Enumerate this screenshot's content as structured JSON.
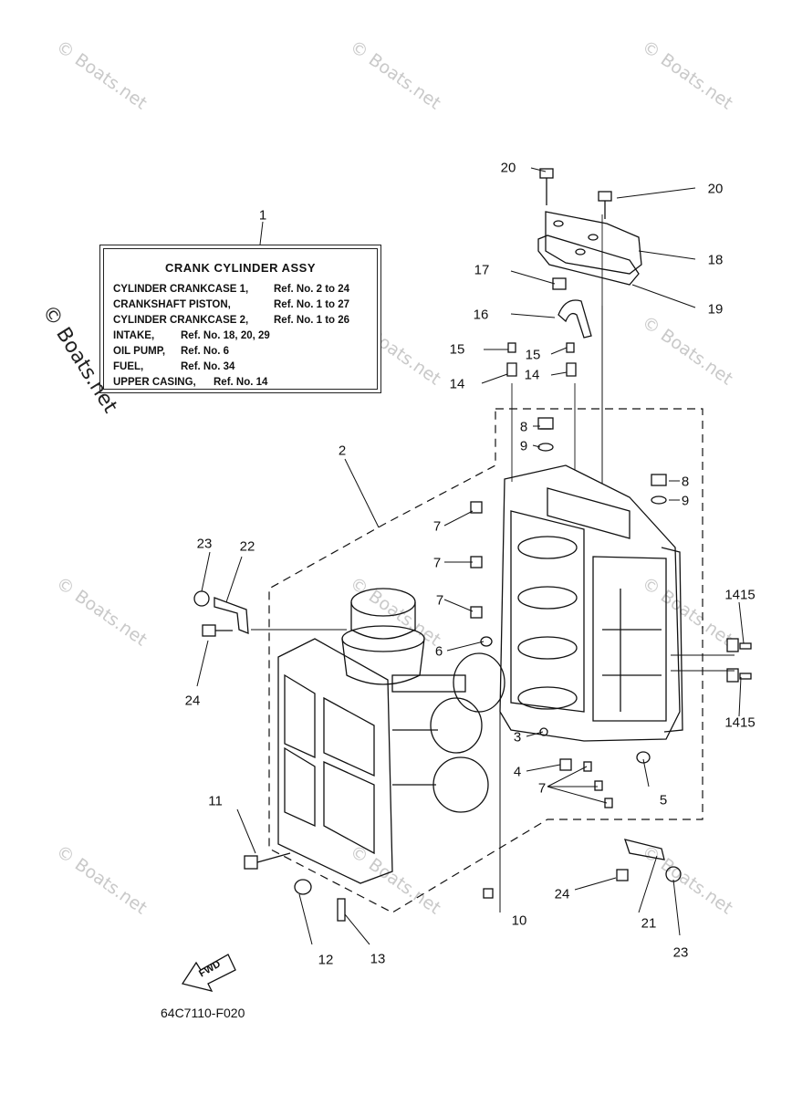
{
  "watermark": "© Boats.net",
  "legend": {
    "title": "CRANK CYLINDER ASSY",
    "rows": [
      {
        "name": "CYLINDER CRANKCASE 1,",
        "ref": "Ref. No. 2 to 24"
      },
      {
        "name": "CRANKSHAFT PISTON,",
        "ref": "Ref. No. 1 to 27"
      },
      {
        "name": "CYLINDER CRANKCASE 2,",
        "ref": "Ref. No. 1 to 26"
      },
      {
        "name": "INTAKE,",
        "ref": "Ref. No. 18, 20, 29"
      },
      {
        "name": "OIL PUMP,",
        "ref": "Ref. No. 6"
      },
      {
        "name": "FUEL,",
        "ref": "Ref. No. 34"
      },
      {
        "name": "UPPER CASING,",
        "ref": "Ref. No. 14"
      }
    ]
  },
  "callouts": {
    "c1": "1",
    "c2": "2",
    "c3": "3",
    "c4": "4",
    "c5": "5",
    "c6": "6",
    "c7a": "7",
    "c7b": "7",
    "c7c": "7",
    "c7d": "7",
    "c8a": "8",
    "c8b": "8",
    "c9a": "9",
    "c9b": "9",
    "c10": "10",
    "c11": "11",
    "c12": "12",
    "c13": "13",
    "c14a": "14",
    "c14b": "14",
    "c15a": "15",
    "c15b": "15",
    "c1415a": "1415",
    "c1415b": "1415",
    "c16": "16",
    "c17": "17",
    "c18": "18",
    "c19": "19",
    "c20a": "20",
    "c20b": "20",
    "c21": "21",
    "c22": "22",
    "c23a": "23",
    "c23b": "23",
    "c24a": "24",
    "c24b": "24"
  },
  "fwd_label": "FWD",
  "diagram_code": "64C7110-F020"
}
